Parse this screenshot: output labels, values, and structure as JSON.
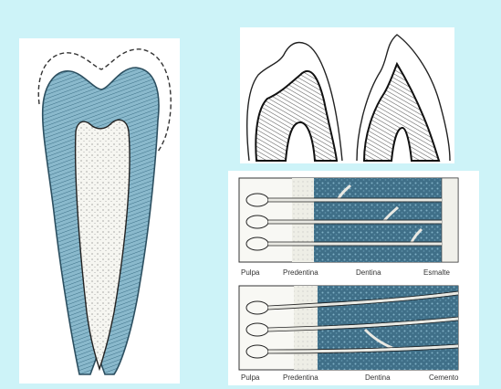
{
  "colors": {
    "background": "#cdf3f8",
    "dentin_blue": "#7fb0c4",
    "dentin_dark": "#3c6f86",
    "pulp": "#f6f6f1",
    "predentin": "#ecece6",
    "crown_hatch": "#6a6a6a"
  },
  "figure_top": {
    "labels": [
      "Pulpa",
      "Predentina",
      "Dentina",
      "Esmalte"
    ]
  },
  "figure_bottom": {
    "labels": [
      "Pulpa",
      "Predentina",
      "Dentina",
      "Cemento"
    ]
  }
}
